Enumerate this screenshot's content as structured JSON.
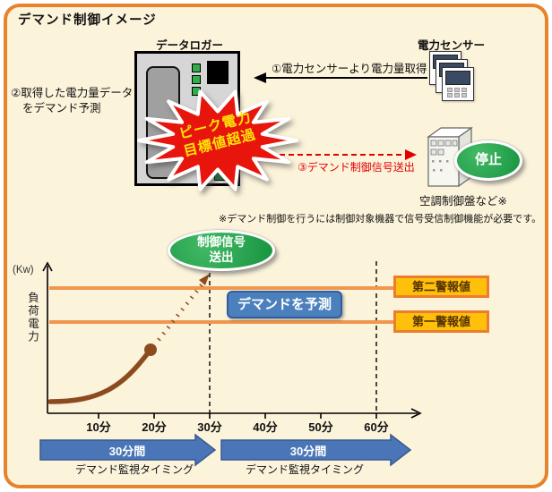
{
  "title": "デマンド制御イメージ",
  "colors": {
    "frame_border": "#E8832D",
    "background": "#FCF3DB",
    "alarm_line_orange": "#F0964E",
    "alarm_box_fill": "#FFC00C",
    "alarm_box_border": "#EC7D2F",
    "signal_green": "#23A24B",
    "predict_blue": "#4C80BD",
    "timeline_blue": "#4A76B8",
    "curve_brown": "#8C4B1F",
    "burst_red": "#E8150C",
    "burst_text_yellow": "#FFE408",
    "step3_red": "#E10000"
  },
  "top": {
    "data_logger_label": "データロガー",
    "power_sensor_label": "電力センサー",
    "step1": "①電力センサーより電力量取得",
    "step2_line1": "②取得した電力量データ",
    "step2_line2": "をデマンド予測",
    "burst_line1": "ピーク電力",
    "burst_line2": "目標値超過",
    "step3": "③デマンド制御信号送出",
    "stop_label": "停止",
    "panel_label": "空調制御盤など※",
    "note": "※デマンド制御を行うには制御対象機器で信号受信制御機能が必要です。"
  },
  "chart": {
    "unit": "(Kw)",
    "y_axis_label": "負荷電力",
    "signal_line1": "制御信号",
    "signal_line2": "送出",
    "predict_label": "デマンドを予測",
    "alarm2": "第二警報値",
    "alarm1": "第一警報値",
    "x_ticks": [
      "10分",
      "20分",
      "30分",
      "40分",
      "50分",
      "60分"
    ],
    "intervals": [
      {
        "duration": "30分間",
        "label": "デマンド監視タイミング"
      },
      {
        "duration": "30分間",
        "label": "デマンド監視タイミング"
      }
    ]
  }
}
